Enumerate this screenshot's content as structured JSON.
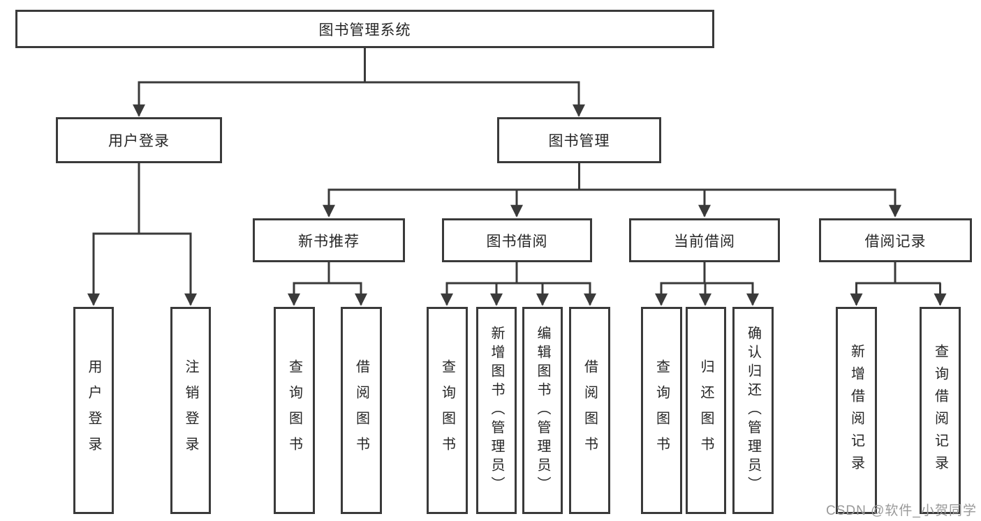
{
  "diagram": {
    "root": {
      "label": "图书管理系统"
    },
    "level2": {
      "user_login": {
        "label": "用户登录"
      },
      "book_mgmt": {
        "label": "图书管理"
      }
    },
    "level3": {
      "new_book_rec": {
        "label": "新书推荐"
      },
      "book_borrow": {
        "label": "图书借阅"
      },
      "current_borrow": {
        "label": "当前借阅"
      },
      "borrow_record": {
        "label": "借阅记录"
      }
    },
    "leaves": {
      "login_user_login": {
        "label": "用户登录"
      },
      "login_logout": {
        "label": "注销登录"
      },
      "rec_query_book": {
        "label": "查询图书"
      },
      "rec_borrow_book": {
        "label": "借阅图书"
      },
      "bor_query_book": {
        "label": "查询图书"
      },
      "bor_add_book": {
        "label": "新增图书（管理员）"
      },
      "bor_edit_book": {
        "label": "编辑图书（管理员）"
      },
      "bor_borrow_book": {
        "label": "借阅图书"
      },
      "cur_query_book": {
        "label": "查询图书"
      },
      "cur_return_book": {
        "label": "归还图书"
      },
      "cur_confirm_return": {
        "label": "确认归还（管理员）"
      },
      "hist_add_record": {
        "label": "新增借阅记录"
      },
      "hist_query_record": {
        "label": "查询借阅记录"
      }
    }
  },
  "watermark": {
    "text": "CSDN @软件_小贺同学"
  },
  "colors": {
    "line": "#3a3a3a",
    "box_border": "#3a3a3a",
    "text": "#262626",
    "watermark": "#999999",
    "background": "#ffffff"
  }
}
